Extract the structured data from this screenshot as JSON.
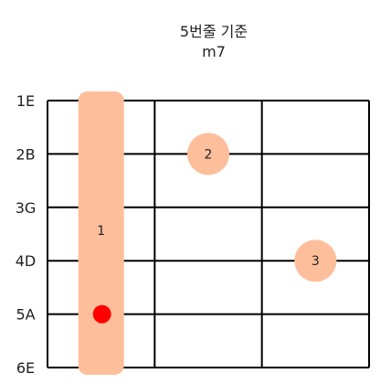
{
  "title": {
    "line1": "5번줄 기준",
    "line2": "m7"
  },
  "strings": [
    {
      "label": "1E"
    },
    {
      "label": "2B"
    },
    {
      "label": "3G"
    },
    {
      "label": "4D"
    },
    {
      "label": "5A"
    },
    {
      "label": "6E"
    }
  ],
  "fret_count": 3,
  "barre": {
    "finger": "1",
    "fret": 1,
    "from_string": 1,
    "to_string": 6
  },
  "fingers": [
    {
      "finger": "2",
      "string": 2,
      "fret": 2
    },
    {
      "finger": "3",
      "string": 4,
      "fret": 3
    }
  ],
  "root": {
    "string": 5,
    "fret": 1
  },
  "colors": {
    "finger_fill": "#fdbf9b",
    "root_dot": "#ff0000",
    "grid": "#000000",
    "label_text": "#222222"
  }
}
